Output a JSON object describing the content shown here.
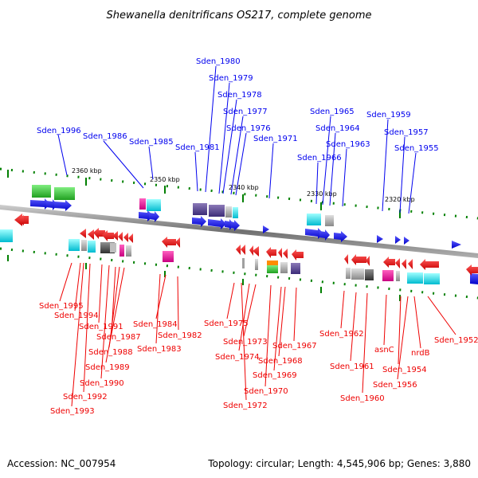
{
  "title": "Shewanella denitrificans OS217, complete genome",
  "accession": "Accession: NC_007954",
  "topology": "Topology: circular; Length: 4,545,906 bp; Genes: 3,880",
  "scale_labels": [
    "2360 kbp",
    "2350 kbp",
    "2340 kbp",
    "2330 kbp",
    "2320 kbp"
  ],
  "top_labels": [
    "Sden_1996",
    "Sden_1986",
    "Sden_1985",
    "Sden_1981",
    "Sden_1980",
    "Sden_1979",
    "Sden_1978",
    "Sden_1977",
    "Sden_1976",
    "Sden_1971",
    "Sden_1966",
    "Sden_1965",
    "Sden_1964",
    "Sden_1963",
    "Sden_1959",
    "Sden_1957",
    "Sden_1955"
  ],
  "bottom_labels": [
    "Sden_1995",
    "Sden_1994",
    "Sden_1991",
    "Sden_1987",
    "Sden_1988",
    "Sden_1989",
    "Sden_1990",
    "Sden_1992",
    "Sden_1993",
    "Sden_1984",
    "Sden_1982",
    "Sden_1983",
    "Sden_1975",
    "Sden_1973",
    "Sden_1974",
    "Sden_1972",
    "Sden_1970",
    "Sden_1969",
    "Sden_1968",
    "Sden_1967",
    "Sden_1962",
    "Sden_1961",
    "Sden_1960",
    "asnC",
    "Sden_1954",
    "Sden_1956",
    "nrdB",
    "Sden_1952"
  ],
  "colors": {
    "forward_strand": "#0000ee",
    "reverse_strand": "#ee0000",
    "backbone": "#808080",
    "tick": "#008000"
  }
}
